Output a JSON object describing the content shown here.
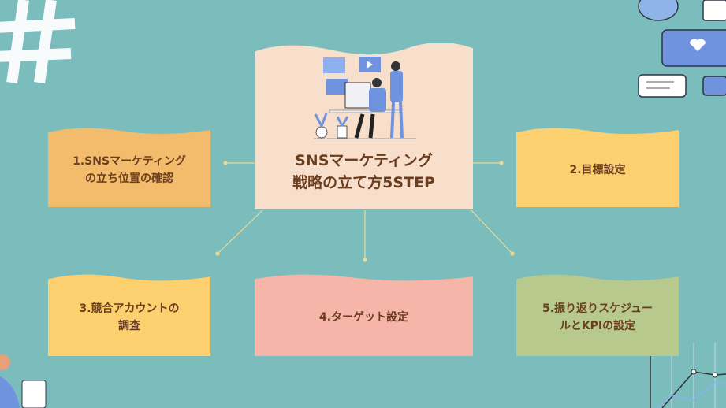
{
  "title": "SNSマーケティング\n戦略の立て方5STEP",
  "steps": [
    {
      "label": "1.SNSマーケティング\nの立ち位置の確認",
      "color": "#f3bb6c"
    },
    {
      "label": "2.目標設定",
      "color": "#fdd06f"
    },
    {
      "label": "3.競合アカウントの\n調査",
      "color": "#fdd06f"
    },
    {
      "label": "4.ターゲット設定",
      "color": "#f5b5a8"
    },
    {
      "label": "5.振り返りスケジュー\nルとKPIの設定",
      "color": "#b7c98c"
    }
  ],
  "colors": {
    "background": "#7bbdbd",
    "center": "#f8dfcb",
    "text": "#6a3d1f",
    "connector": "#f0d890"
  }
}
